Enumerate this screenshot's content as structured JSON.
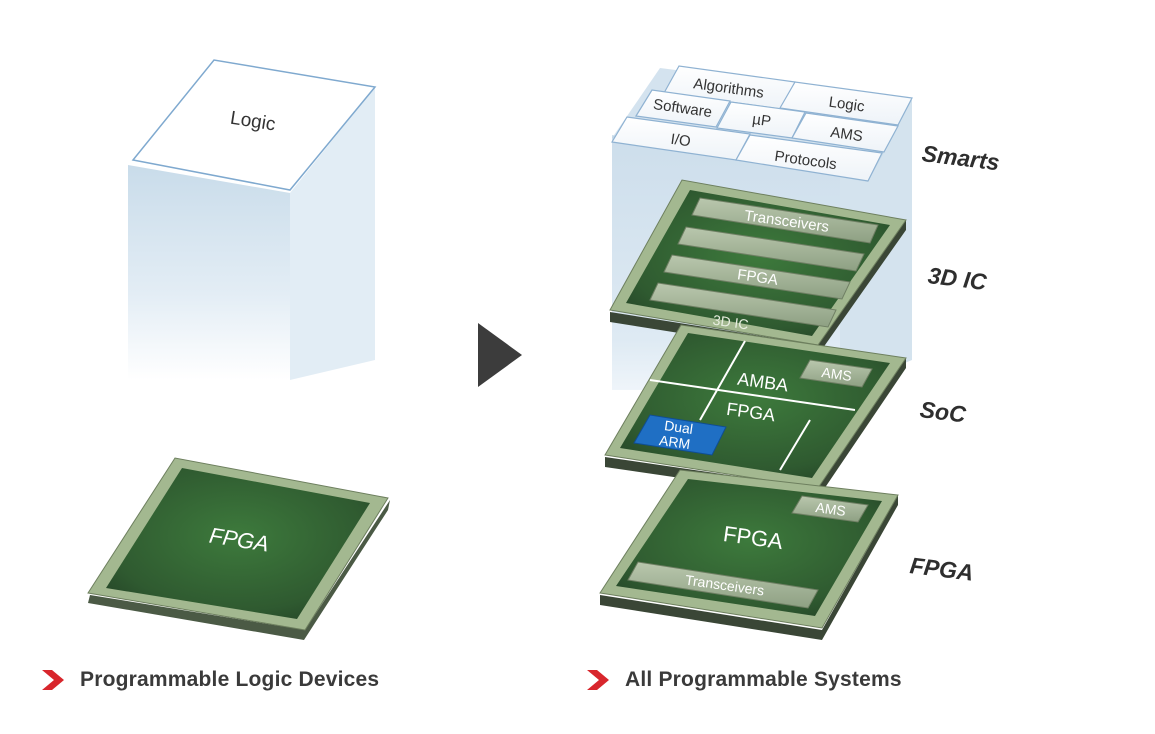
{
  "left": {
    "logic_label": "Logic",
    "fpga_label": "FPGA",
    "caption": "Programmable Logic Devices"
  },
  "right": {
    "caption": "All Programmable Systems",
    "smarts": {
      "label": "Smarts",
      "tiles": [
        "Algorithms",
        "Logic",
        "Software",
        "µP",
        "AMS",
        "I/O",
        "Protocols"
      ]
    },
    "ic3d": {
      "label": "3D IC",
      "bars": [
        "Transceivers",
        "",
        "FPGA",
        ""
      ],
      "footer": "3D IC"
    },
    "soc": {
      "label": "SoC",
      "amba": "AMBA",
      "fpga": "FPGA",
      "ams": "AMS",
      "arm": [
        "Dual",
        "ARM"
      ]
    },
    "fpga": {
      "label": "FPGA",
      "fpga": "FPGA",
      "ams": "AMS",
      "transceivers": "Transceivers"
    }
  },
  "colors": {
    "chip_green": "#3f6a3a",
    "chip_frame": "#9fb58a",
    "arm_blue": "#1f6fc4",
    "arrow_gray": "#3c3c3c",
    "chevron_red": "#d8262c"
  }
}
